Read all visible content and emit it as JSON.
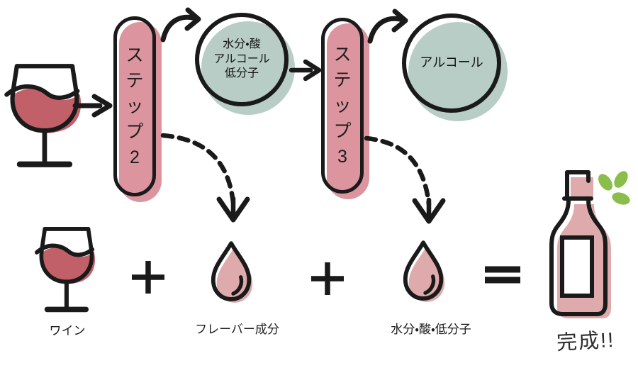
{
  "diagram": {
    "type": "process-flow",
    "steps": {
      "step2": {
        "label": "ステップ2",
        "chars": [
          "ス",
          "テ",
          "ッ",
          "プ",
          "2"
        ]
      },
      "step2_output": {
        "lines": [
          "水分・酸",
          "アルコール",
          "低分子"
        ]
      },
      "step3": {
        "label": "ステップ3",
        "chars": [
          "ス",
          "テ",
          "ッ",
          "プ",
          "3"
        ]
      },
      "step3_output": {
        "label": "アルコール"
      }
    },
    "equation": {
      "wine_label": "ワイン",
      "plus_symbol": "+",
      "flavor_label": "フレーバー成分",
      "water_acid_label": "水分・酸・低分子",
      "equals_symbol": "=",
      "done_label": "完成!!"
    },
    "colors": {
      "ink": "#1a1a1a",
      "step_pink": "#dc959e",
      "wine_red": "#c2606a",
      "drop_pink": "#dfaaab",
      "circle_teal": "#b7cdc6",
      "leaf_green": "#8abe4a"
    }
  }
}
